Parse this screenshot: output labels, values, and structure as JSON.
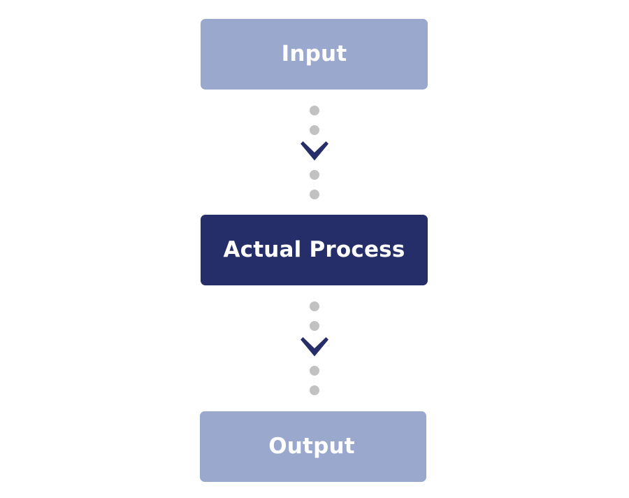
{
  "diagram": {
    "type": "flowchart",
    "orientation": "vertical",
    "title": "",
    "background_color": "#ffffff",
    "colors": {
      "light_node": "#9ba8cd",
      "dark_node": "#252e69",
      "node_text": "#ffffff",
      "connector_dot": "#c2c2c2",
      "connector_arrow": "#252e69"
    },
    "nodes": [
      {
        "id": "input",
        "label": "Input",
        "style": "light",
        "fill": "#9ba8cd",
        "text_color": "#ffffff"
      },
      {
        "id": "actual-process",
        "label": "Actual Process",
        "style": "dark",
        "fill": "#252e69",
        "text_color": "#ffffff"
      },
      {
        "id": "output",
        "label": "Output",
        "style": "light",
        "fill": "#9ba8cd",
        "text_color": "#ffffff"
      }
    ],
    "connectors": [
      {
        "id": "input-to-process",
        "from": "input",
        "to": "actual-process",
        "style": "dotted-arrow",
        "dot_count": 4,
        "arrow_glyph": "chevron-down",
        "dot_color": "#c2c2c2",
        "arrow_color": "#252e69"
      },
      {
        "id": "process-to-output",
        "from": "actual-process",
        "to": "output",
        "style": "dotted-arrow",
        "dot_count": 4,
        "arrow_glyph": "chevron-down",
        "dot_color": "#c2c2c2",
        "arrow_color": "#252e69"
      }
    ]
  }
}
